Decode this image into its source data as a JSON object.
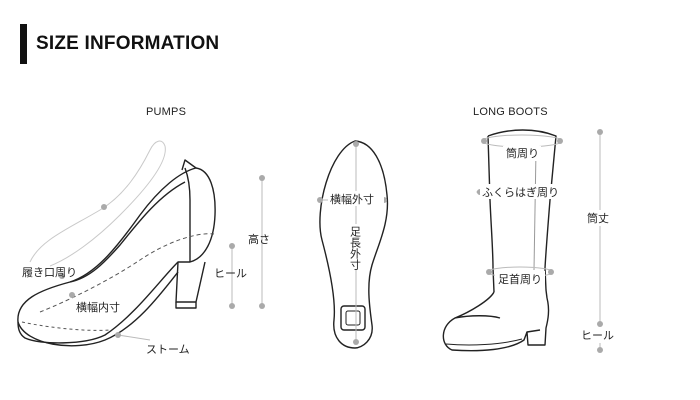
{
  "header": {
    "title": "SIZE INFORMATION"
  },
  "pumps": {
    "caption": "PUMPS",
    "labels": {
      "throat": "履き口周り",
      "width_inner": "横幅内寸",
      "stomme": "ストーム",
      "height": "高さ",
      "heel": "ヒール"
    }
  },
  "sole": {
    "labels": {
      "width_outer": "横幅外寸",
      "length_outer": "足長外寸"
    }
  },
  "boots": {
    "caption": "LONG BOOTS",
    "labels": {
      "top_circ": "筒周り",
      "calf_circ": "ふくらはぎ周り",
      "ankle_circ": "足首周り",
      "shaft_height": "筒丈",
      "heel": "ヒール"
    }
  },
  "colors": {
    "line": "#222222",
    "guide": "#bbbbbb",
    "dot": "#aaaaaa"
  }
}
